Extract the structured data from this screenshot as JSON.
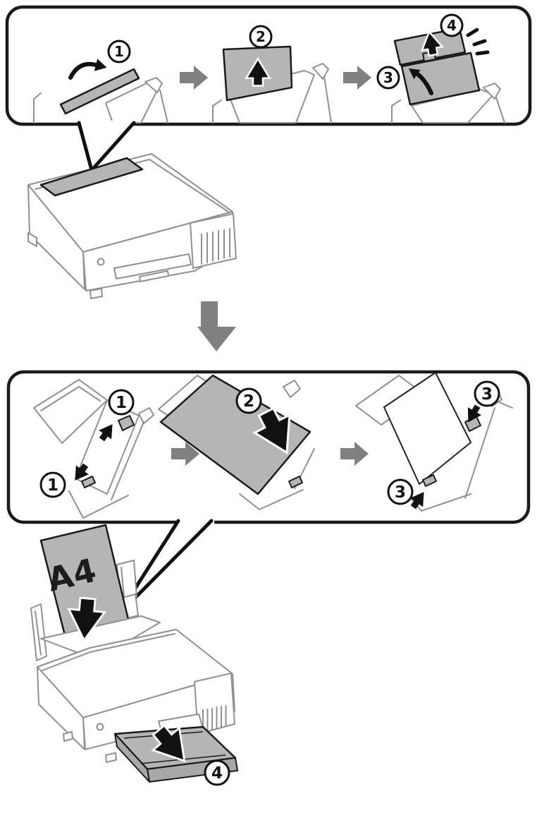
{
  "illustration": {
    "description": "Printer paper loading instructions: raise the paper support, then slide edge guides, load A4 paper and pull out the output tray",
    "paper_size_label": "A4"
  },
  "panel1": {
    "name": "raise-paper-support-steps",
    "badge_step1": "1",
    "badge_step2": "2",
    "badge_step3": "3",
    "badge_step4": "4"
  },
  "panel2": {
    "name": "load-paper-steps",
    "badge_step1_top": "1",
    "badge_step1_bottom": "1",
    "badge_step2": "2",
    "badge_step3_top": "3",
    "badge_step3_bottom": "3"
  },
  "output_tray": {
    "badge_step4": "4"
  },
  "colors": {
    "outline_black": "#1a1a1a",
    "printer_line_gray": "#909090",
    "part_fill_gray": "#b5b5b5",
    "flow_arrow_gray": "#808080",
    "background": "#ffffff"
  }
}
